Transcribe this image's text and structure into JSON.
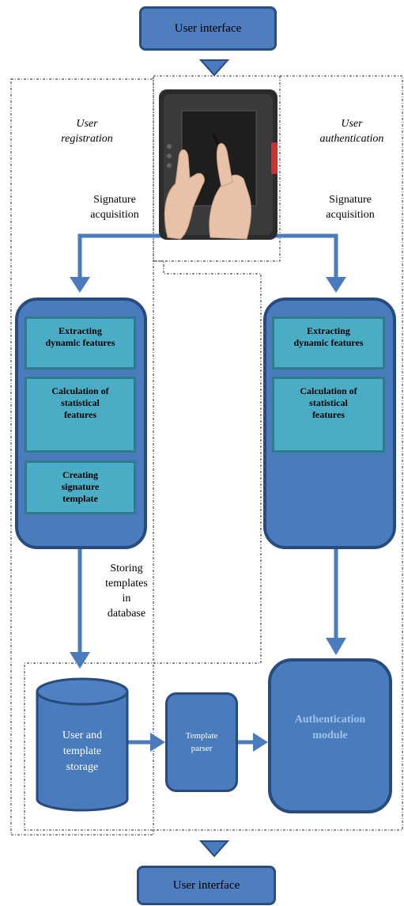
{
  "top_ui": {
    "label": "User interface"
  },
  "bottom_ui": {
    "label": "User interface"
  },
  "registration": {
    "title": [
      "User",
      "registration"
    ],
    "acquisition": [
      "Signature",
      "acquisition"
    ],
    "steps": [
      [
        "Extracting",
        "dynamic features"
      ],
      [
        "Calculation of",
        "statistical",
        "features"
      ],
      [
        "Creating",
        "signature",
        "template"
      ]
    ],
    "storing": [
      "Storing",
      "templates",
      "in",
      "database"
    ]
  },
  "authentication": {
    "title": [
      "User",
      "authentication"
    ],
    "acquisition": [
      "Signature",
      "acquisition"
    ],
    "steps": [
      [
        "Extracting",
        "dynamic features"
      ],
      [
        "Calculation of",
        "statistical",
        "features"
      ]
    ]
  },
  "storage": {
    "label": [
      "User and",
      "template",
      "storage"
    ]
  },
  "parser": {
    "label": [
      "Template",
      "parser"
    ]
  },
  "auth_module": {
    "label": [
      "Authentication",
      "module"
    ]
  },
  "tablet": {
    "icon": "signature-tablet-icon"
  },
  "colors": {
    "box_fill": "#4a7bbd",
    "box_border": "#264b7c",
    "step_fill": "#4bacc6",
    "arrow": "#4a7bbd"
  }
}
